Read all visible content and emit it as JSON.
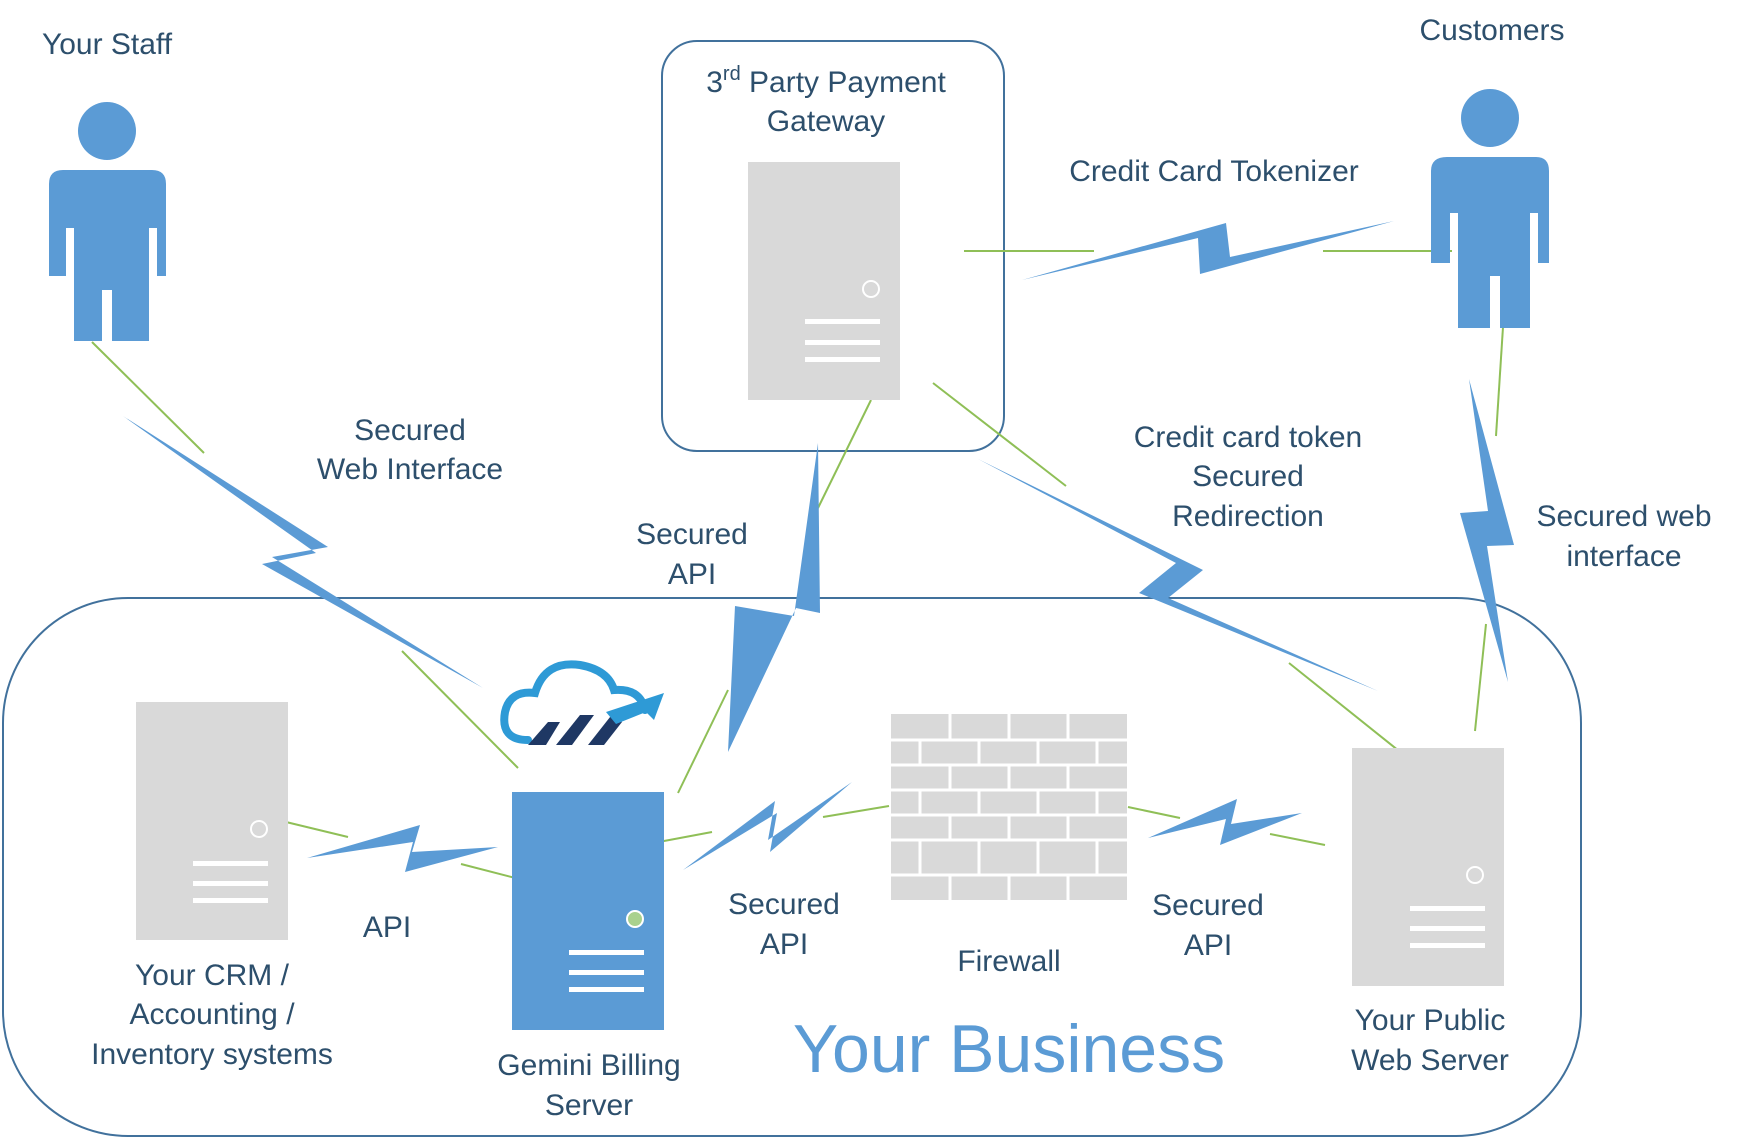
{
  "labels": {
    "your_staff": "Your Staff",
    "customers": "Customers",
    "gateway_line1_num": "3",
    "gateway_line1_sup": "rd",
    "gateway_line1_rest": " Party Payment",
    "gateway_line2": "Gateway",
    "tokenizer": "Credit Card Tokenizer",
    "secured_web_interface_1": "Secured",
    "secured_web_interface_2": "Web Interface",
    "secured_api_top_1": "Secured",
    "secured_api_top_2": "API",
    "token_redirect_1": "Credit card token",
    "token_redirect_2": "Secured",
    "token_redirect_3": "Redirection",
    "customer_web_1": "Secured web",
    "customer_web_2": "interface",
    "api": "API",
    "secured_api_left_1": "Secured",
    "secured_api_left_2": "API",
    "secured_api_right_1": "Secured",
    "secured_api_right_2": "API",
    "firewall": "Firewall",
    "crm_1": "Your CRM /",
    "crm_2": "Accounting /",
    "crm_3": "Inventory systems",
    "gemini_1": "Gemini Billing",
    "gemini_2": "Server",
    "public_1": "Your Public",
    "public_2": "Web Server",
    "your_business": "Your Business"
  },
  "colors": {
    "accent_blue": "#5b9bd5",
    "server_grey": "#d9d9d9",
    "link_green": "#8fbf57",
    "border_blue": "#41719c",
    "text_dark": "#2d4f6c",
    "logo_navy": "#1f3864"
  }
}
